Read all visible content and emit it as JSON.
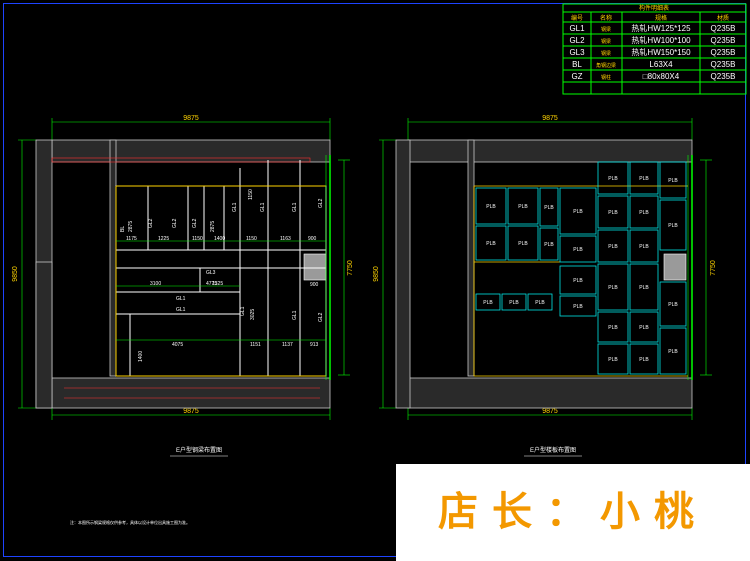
{
  "member_table": {
    "title": "构件明细表",
    "headers": [
      "编号",
      "名称",
      "规格",
      "材质"
    ],
    "rows": [
      {
        "id": "GL1",
        "name": "钢梁",
        "spec": "热轧HW125*125",
        "material": "Q235B"
      },
      {
        "id": "GL2",
        "name": "钢梁",
        "spec": "热轧HW100*100",
        "material": "Q235B"
      },
      {
        "id": "GL3",
        "name": "钢梁",
        "spec": "热轧HW150*150",
        "material": "Q235B"
      },
      {
        "id": "BL",
        "name": "角钢边梁",
        "spec": "L63X4",
        "material": "Q235B"
      },
      {
        "id": "GZ",
        "name": "钢柱",
        "spec": "□80x80X4",
        "material": "Q235B"
      }
    ]
  },
  "left_plan": {
    "title": "E户型钢梁布置图",
    "dim_top": "9875",
    "dim_bottom": "9875",
    "dim_left": "9850",
    "dim_right": "7750",
    "beam_labels": [
      "GL1",
      "GL2",
      "GL3",
      "BL"
    ],
    "dims": [
      "1175",
      "1225",
      "1150",
      "1400",
      "1150",
      "1163",
      "900",
      "3100",
      "1325",
      "4775",
      "4075",
      "1151",
      "1137",
      "913",
      "900",
      "2875",
      "2875",
      "3025",
      "1150",
      "1400"
    ]
  },
  "right_plan": {
    "title": "E户型楼板布置图",
    "dim_top": "9875",
    "dim_bottom": "9875",
    "dim_left": "9850",
    "dim_right": "7750",
    "panel_label": "PLB"
  },
  "note": "注：本图所示钢梁规格仅供参考，具体以设计单位出具施工图为准。",
  "watermark": "店长：小桃",
  "colors": {
    "background": "#000000",
    "frame": "#1e44ff",
    "table_line": "#00ff00",
    "wall": "#c8c8c8",
    "beam": "#ffffff",
    "dim": "#00ff00",
    "panel": "#00e5e5",
    "accent": "#ffd400",
    "watermark": "#f39800"
  }
}
